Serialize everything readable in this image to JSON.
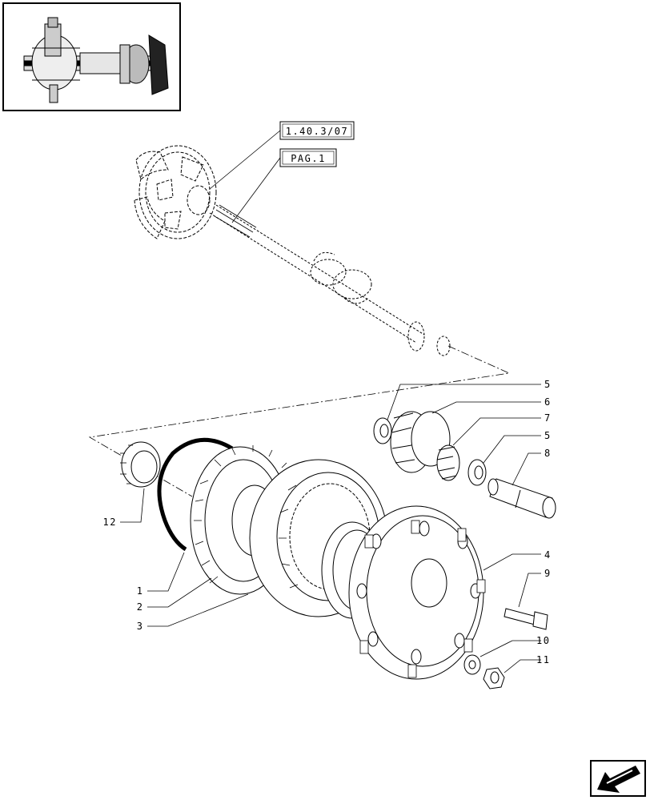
{
  "references": {
    "group_ref": "1.40.3/07",
    "page_ref": "PAG.1"
  },
  "callouts": [
    "1",
    "2",
    "3",
    "4",
    "5",
    "6",
    "7",
    "5",
    "8",
    "9",
    "10",
    "11",
    "12"
  ],
  "navigation": {
    "icon": "arrow-back-icon"
  }
}
